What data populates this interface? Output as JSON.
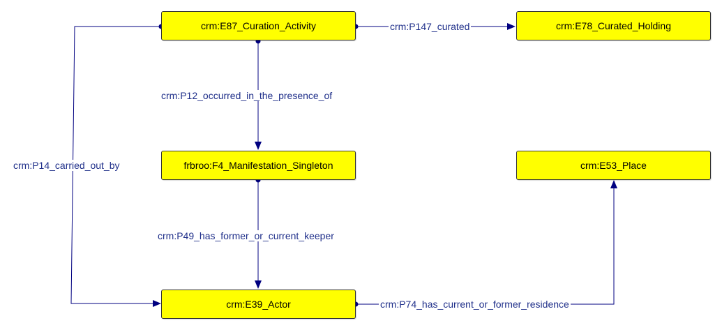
{
  "colors": {
    "node_fill": "#ffff00",
    "node_border": "#333333",
    "edge": "#000080",
    "edge_label": "#1f2f8a"
  },
  "nodes": {
    "curation_activity": "crm:E87_Curation_Activity",
    "curated_holding": "crm:E78_Curated_Holding",
    "manifestation_singleton": "frbroo:F4_Manifestation_Singleton",
    "place": "crm:E53_Place",
    "actor": "crm:E39_Actor"
  },
  "edges": {
    "curated": "crm:P147_curated",
    "occurred_in_presence_of": "crm:P12_occurred_in_the_presence_of",
    "carried_out_by": "crm:P14_carried_out_by",
    "former_or_current_keeper": "crm:P49_has_former_or_current_keeper",
    "current_or_former_residence": "crm:P74_has_current_or_former_residence"
  }
}
